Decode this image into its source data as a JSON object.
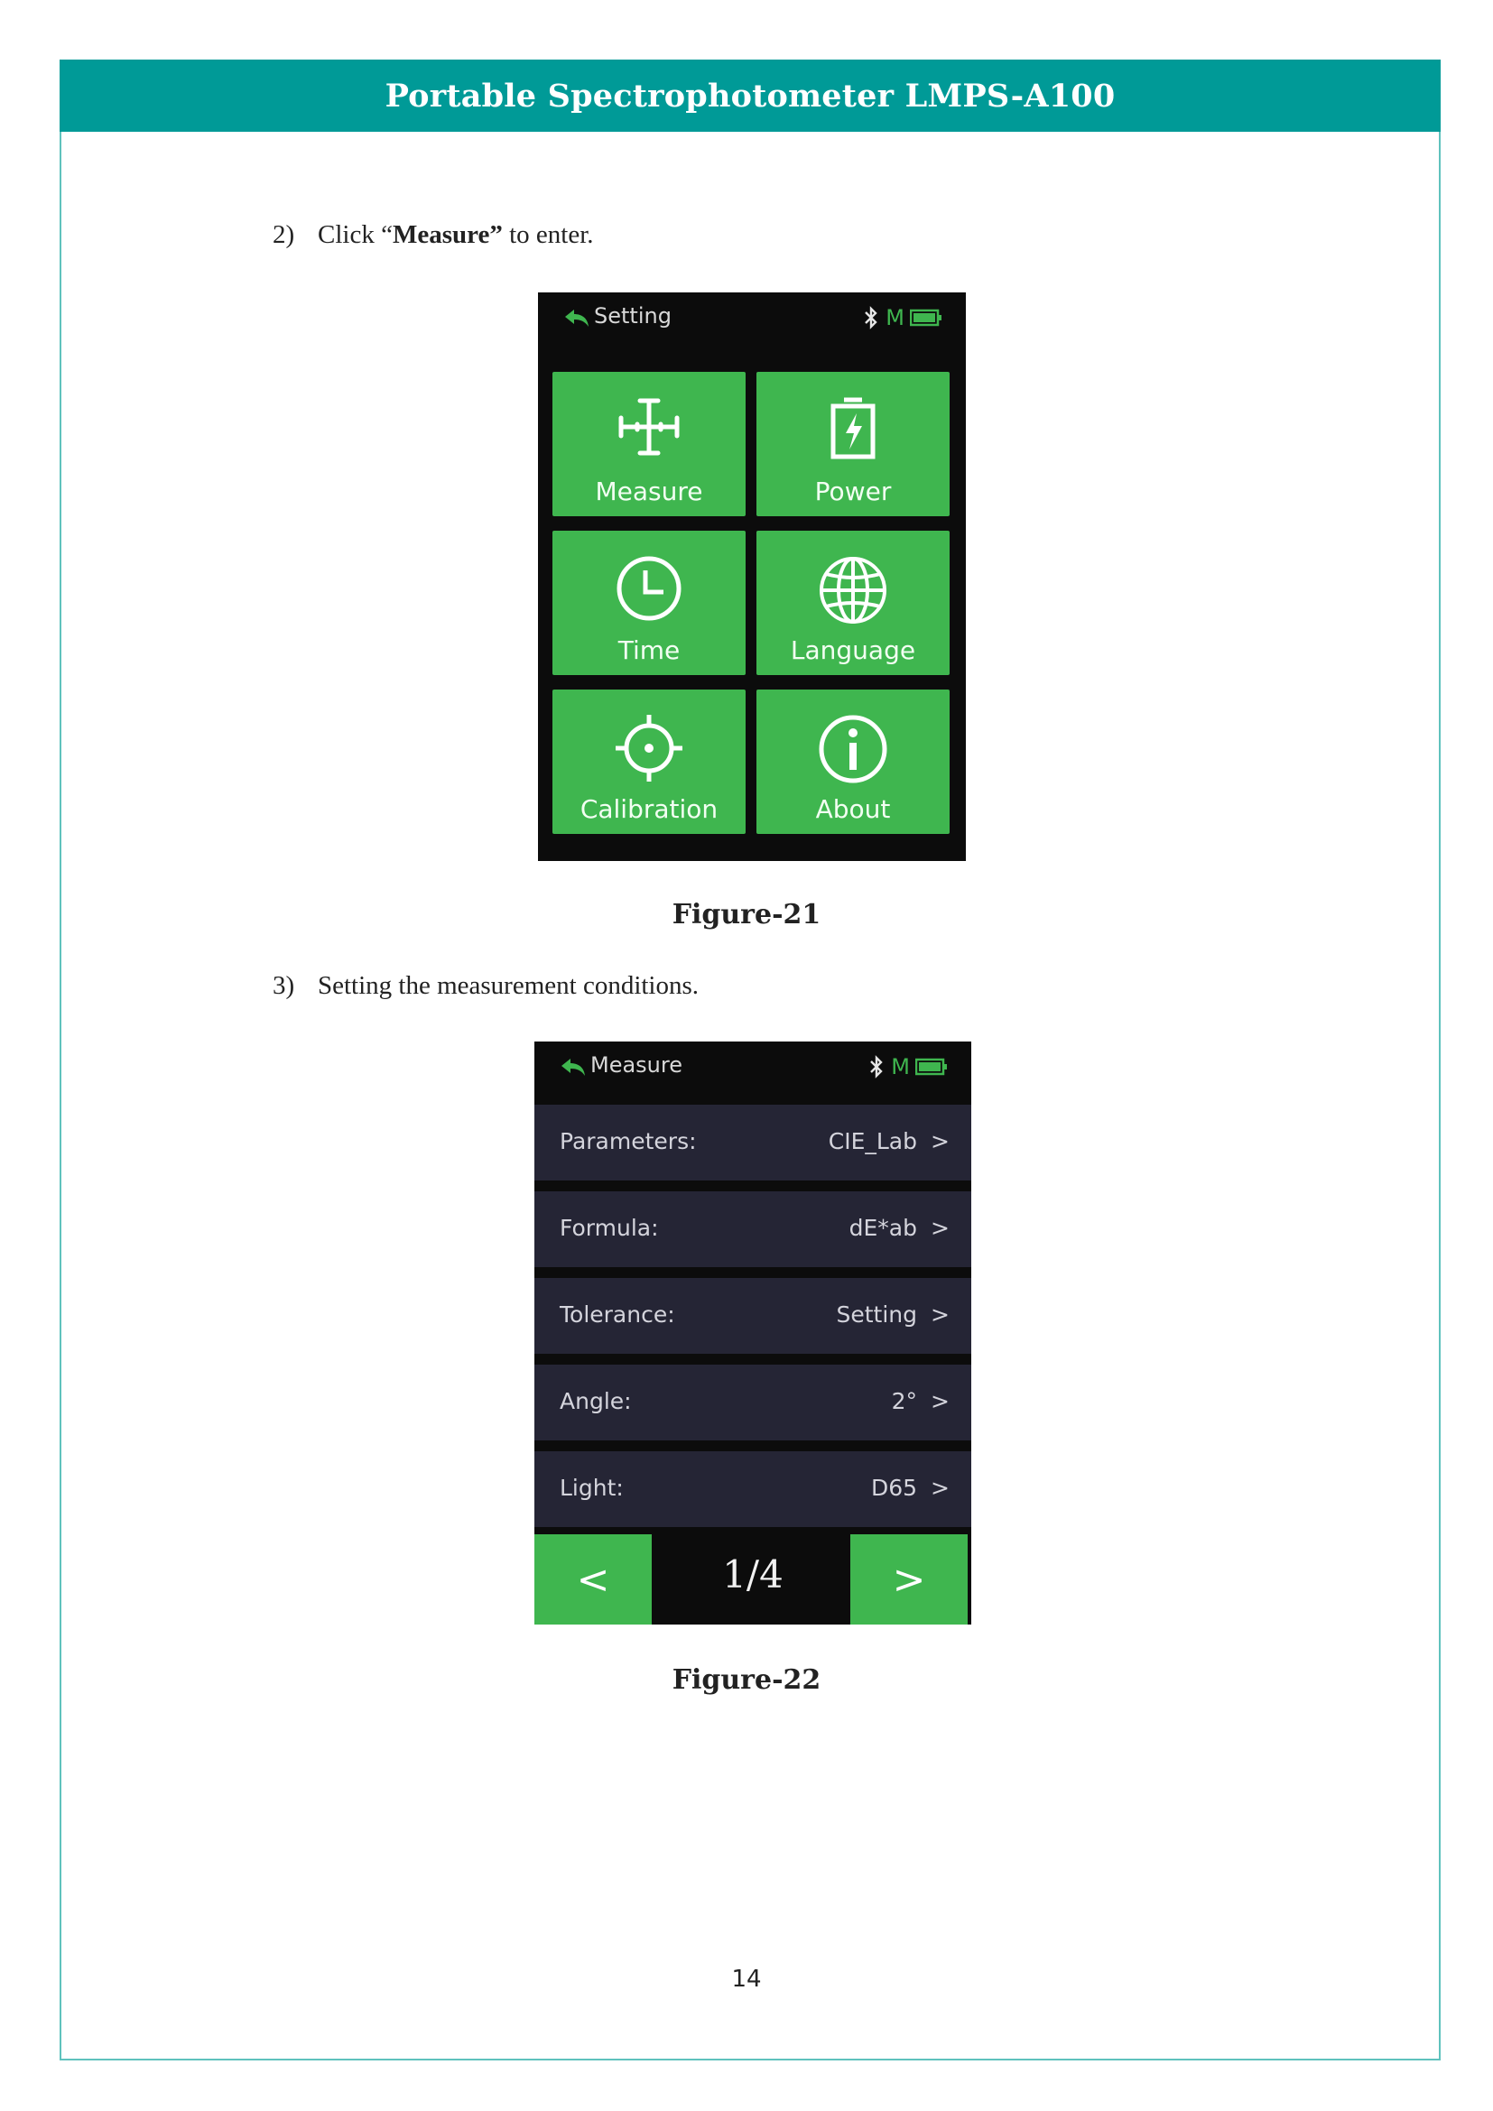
{
  "header": {
    "title": "Portable Spectrophotometer LMPS-A100"
  },
  "steps": [
    {
      "num": "2)",
      "pre": "Click “",
      "bold": "Measure”",
      "post": " to enter."
    },
    {
      "num": "3)",
      "text": "Setting the measurement conditions."
    }
  ],
  "figure21": {
    "caption": "Figure-21",
    "status": {
      "title": "Setting",
      "mode": "M",
      "icons": [
        "back-arrow-icon",
        "bluetooth-icon",
        "battery-icon"
      ]
    },
    "tiles": [
      {
        "label": "Measure",
        "icon": "crosshair-measure-icon"
      },
      {
        "label": "Power",
        "icon": "battery-power-icon"
      },
      {
        "label": "Time",
        "icon": "clock-icon"
      },
      {
        "label": "Language",
        "icon": "globe-icon"
      },
      {
        "label": "Calibration",
        "icon": "target-icon"
      },
      {
        "label": "About",
        "icon": "info-icon"
      }
    ],
    "colors": {
      "tile": "#3fb64f",
      "screen": "#0c0c0c"
    }
  },
  "figure22": {
    "caption": "Figure-22",
    "status": {
      "title": "Measure",
      "mode": "M"
    },
    "rows": [
      {
        "label": "Parameters:",
        "value": "CIE_Lab",
        "chevron": ">"
      },
      {
        "label": "Formula:",
        "value": "dE*ab",
        "chevron": ">"
      },
      {
        "label": "Tolerance:",
        "value": "Setting",
        "chevron": ">"
      },
      {
        "label": "Angle:",
        "value": "2°",
        "chevron": ">"
      },
      {
        "label": "Light:",
        "value": "D65",
        "chevron": ">"
      }
    ],
    "pager": {
      "prev": "<",
      "page": "1/4",
      "next": ">"
    },
    "colors": {
      "row": "#252535",
      "accent": "#3fb64f"
    }
  },
  "page_number": "14"
}
